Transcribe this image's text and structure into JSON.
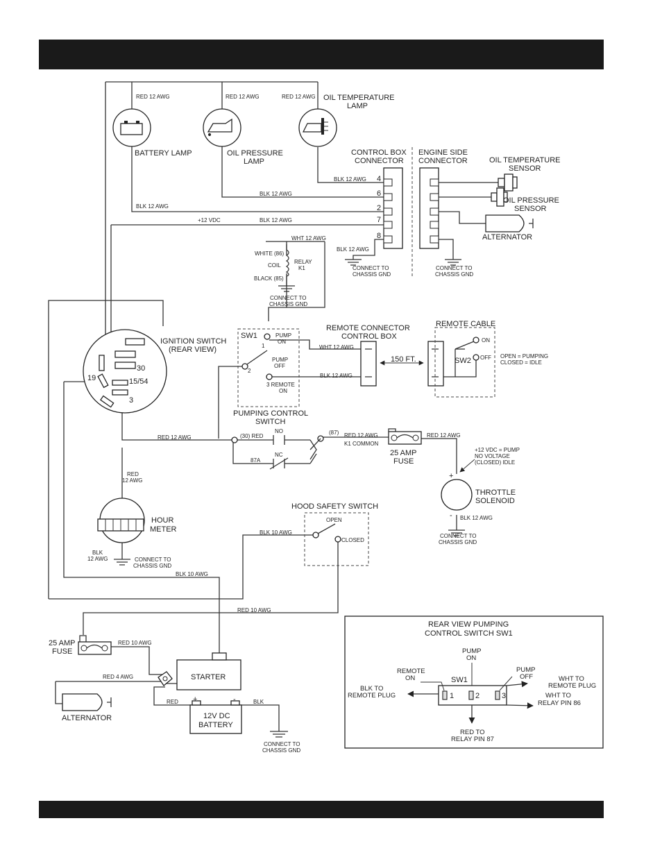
{
  "labels": {
    "battery_lamp": "BATTERY LAMP",
    "oil_pressure_lamp_1": "OIL PRESSURE",
    "oil_pressure_lamp_2": "LAMP",
    "oil_temp_lamp_1": "OIL TEMPERATURE",
    "oil_temp_lamp_2": "LAMP",
    "control_box_connector_1": "CONTROL BOX",
    "control_box_connector_2": "CONNECTOR",
    "engine_side_connector_1": "ENGINE SIDE",
    "engine_side_connector_2": "CONNECTOR",
    "oil_temp_sensor_1": "OIL TEMPERATURE",
    "oil_temp_sensor_2": "SENSOR",
    "oil_pressure_sensor_1": "OIL PRESSURE",
    "oil_pressure_sensor_2": "SENSOR",
    "alternator": "ALTERNATOR",
    "relay_white": "WHITE (86)",
    "relay_coil": "COIL",
    "relay_black": "BLACK (85)",
    "relay_name_1": "RELAY",
    "relay_name_2": "K1",
    "ignition_1": "IGNITION SWITCH",
    "ignition_2": "(REAR VIEW)",
    "sw1": "SW1",
    "pump_on_1": "PUMP",
    "pump_on_2": "ON",
    "pump_off_1": "PUMP",
    "pump_off_2": "OFF",
    "remote_on_1": "3 REMOTE",
    "remote_on_2": "ON",
    "pumping_switch_1": "PUMPING CONTROL",
    "pumping_switch_2": "SWITCH",
    "remote_box_1": "REMOTE CONNECTOR",
    "remote_box_2": "CONTROL BOX",
    "remote_cable": "REMOTE CABLE",
    "cable_length": "150 FT.",
    "sw2": "SW2",
    "sw2_on": "ON",
    "sw2_off": "OFF",
    "open_pumping": "OPEN = PUMPING",
    "closed_idle": "CLOSED = IDLE",
    "no": "NO",
    "nc": "NC",
    "t30_red": "(30) RED",
    "t87": "(87)",
    "t87a": "87A",
    "k1_common": "K1 COMMON",
    "fuse_1": "25 AMP",
    "fuse_2": "FUSE",
    "throttle_note_1": "+12 VDC = PUMP",
    "throttle_note_2": "NO VOLTAGE",
    "throttle_note_3": "(CLOSED) IDLE",
    "throttle_1": "THROTTLE",
    "throttle_2": "SOLENOID",
    "hour_1": "HOUR",
    "hour_2": "METER",
    "hood_switch": "HOOD SAFETY SWITCH",
    "hood_open": "OPEN",
    "hood_closed": "CLOSED",
    "starter": "STARTER",
    "battery_1": "12V DC",
    "battery_2": "BATTERY",
    "chassis_1": "CONNECT TO",
    "chassis_2": "CHASSIS GND",
    "plus": "+",
    "minus": "-",
    "pin_4": "4",
    "pin_6": "6",
    "pin_2": "2",
    "pin_7": "7",
    "pin_8": "8",
    "ign_30": "30",
    "ign_19": "19",
    "ign_1554": "15/54",
    "ign_3": "3",
    "sw_pos_1": "1",
    "sw_pos_2": "2"
  },
  "wires": {
    "red12": "RED 12 AWG",
    "blk12": "BLK 12 AWG",
    "plus12": "+12 VDC",
    "wht12": "WHT 12 AWG",
    "red_hm_1": "RED",
    "red_hm_2": "12 AWG",
    "blk_hm_1": "BLK",
    "blk_hm_2": "12 AWG",
    "blk10": "BLK 10 AWG",
    "red10": "RED 10 AWG",
    "red4": "RED 4 AWG",
    "red": "RED",
    "blk": "BLK"
  },
  "inset": {
    "title_1": "REAR VIEW PUMPING",
    "title_2": "CONTROL SWITCH SW1",
    "pump_on_1": "PUMP",
    "pump_on_2": "ON",
    "remote_on_1": "REMOTE",
    "remote_on_2": "ON",
    "pump_off_1": "PUMP",
    "pump_off_2": "OFF",
    "sw1": "SW1",
    "blk_to_1": "BLK TO",
    "blk_to_2": "REMOTE PLUG",
    "wht_remote_1": "WHT TO",
    "wht_remote_2": "REMOTE PLUG",
    "wht_relay_1": "WHT TO",
    "wht_relay_2": "RELAY PIN 86",
    "red_relay_1": "RED TO",
    "red_relay_2": "RELAY PIN 87",
    "pos_1": "1",
    "pos_2": "2",
    "pos_3": "3"
  }
}
